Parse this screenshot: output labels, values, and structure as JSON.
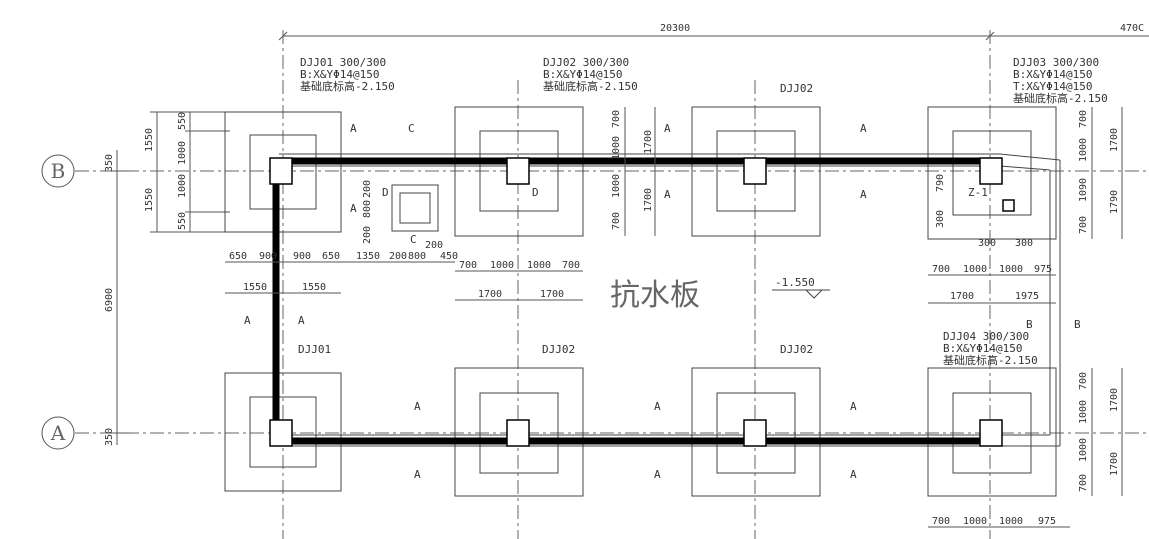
{
  "axes": [
    {
      "label": "B",
      "dim": "350"
    },
    {
      "label": "A",
      "dim": "350"
    }
  ],
  "top_dims": [
    "20300",
    "470C"
  ],
  "left_dims": {
    "span": "6900",
    "b_upper": [
      "550",
      "1000",
      "1550"
    ],
    "b_lower": [
      "1000",
      "550",
      "1550"
    ]
  },
  "footing_labels": {
    "dj01": [
      "DJJ01 300/300",
      "B:X&YΦ14@150",
      "基础底标高-2.150"
    ],
    "dj02": [
      "DJJ02 300/300",
      "B:X&YΦ14@150",
      "基础底标高-2.150"
    ],
    "dj03": [
      "DJJ03 300/300",
      "B:X&YΦ14@150",
      "T:X&YΦ14@150",
      "基础底标高-2.150"
    ],
    "dj04": [
      "DJJ04 300/300",
      "B:X&YΦ14@150",
      "基础底标高-2.150"
    ],
    "small_dj02": "DJJ02",
    "small_dj01": "DJJ01"
  },
  "center_label": "抗水板",
  "elevation": "-1.550",
  "section_marks": [
    "A",
    "C",
    "D",
    "B",
    "Z-1"
  ],
  "mid_dims": {
    "left_row1": [
      "650",
      "900",
      "900",
      "650",
      "1350",
      "200",
      "800",
      "450"
    ],
    "left_row2": [
      "1550",
      "1550"
    ],
    "col2_row1": [
      "700",
      "1000",
      "1000",
      "700"
    ],
    "col2_row2": [
      "1700",
      "1700"
    ],
    "right_row1": [
      "700",
      "1000",
      "1000",
      "975"
    ],
    "right_row2": [
      "1700",
      "1975"
    ],
    "pit": [
      "200",
      "800",
      "200",
      "200"
    ],
    "z1": [
      "790",
      "300",
      "300",
      "300"
    ],
    "v_col2": [
      "700",
      "1000",
      "1000",
      "700",
      "1700",
      "1700"
    ],
    "v_right": [
      "700",
      "1000",
      "1090",
      "700",
      "1700",
      "1790"
    ],
    "v_right_low": [
      "700",
      "1000",
      "1000",
      "700",
      "1700",
      "1700"
    ]
  },
  "bottom_dims": [
    "700",
    "1000",
    "1000",
    "975"
  ]
}
